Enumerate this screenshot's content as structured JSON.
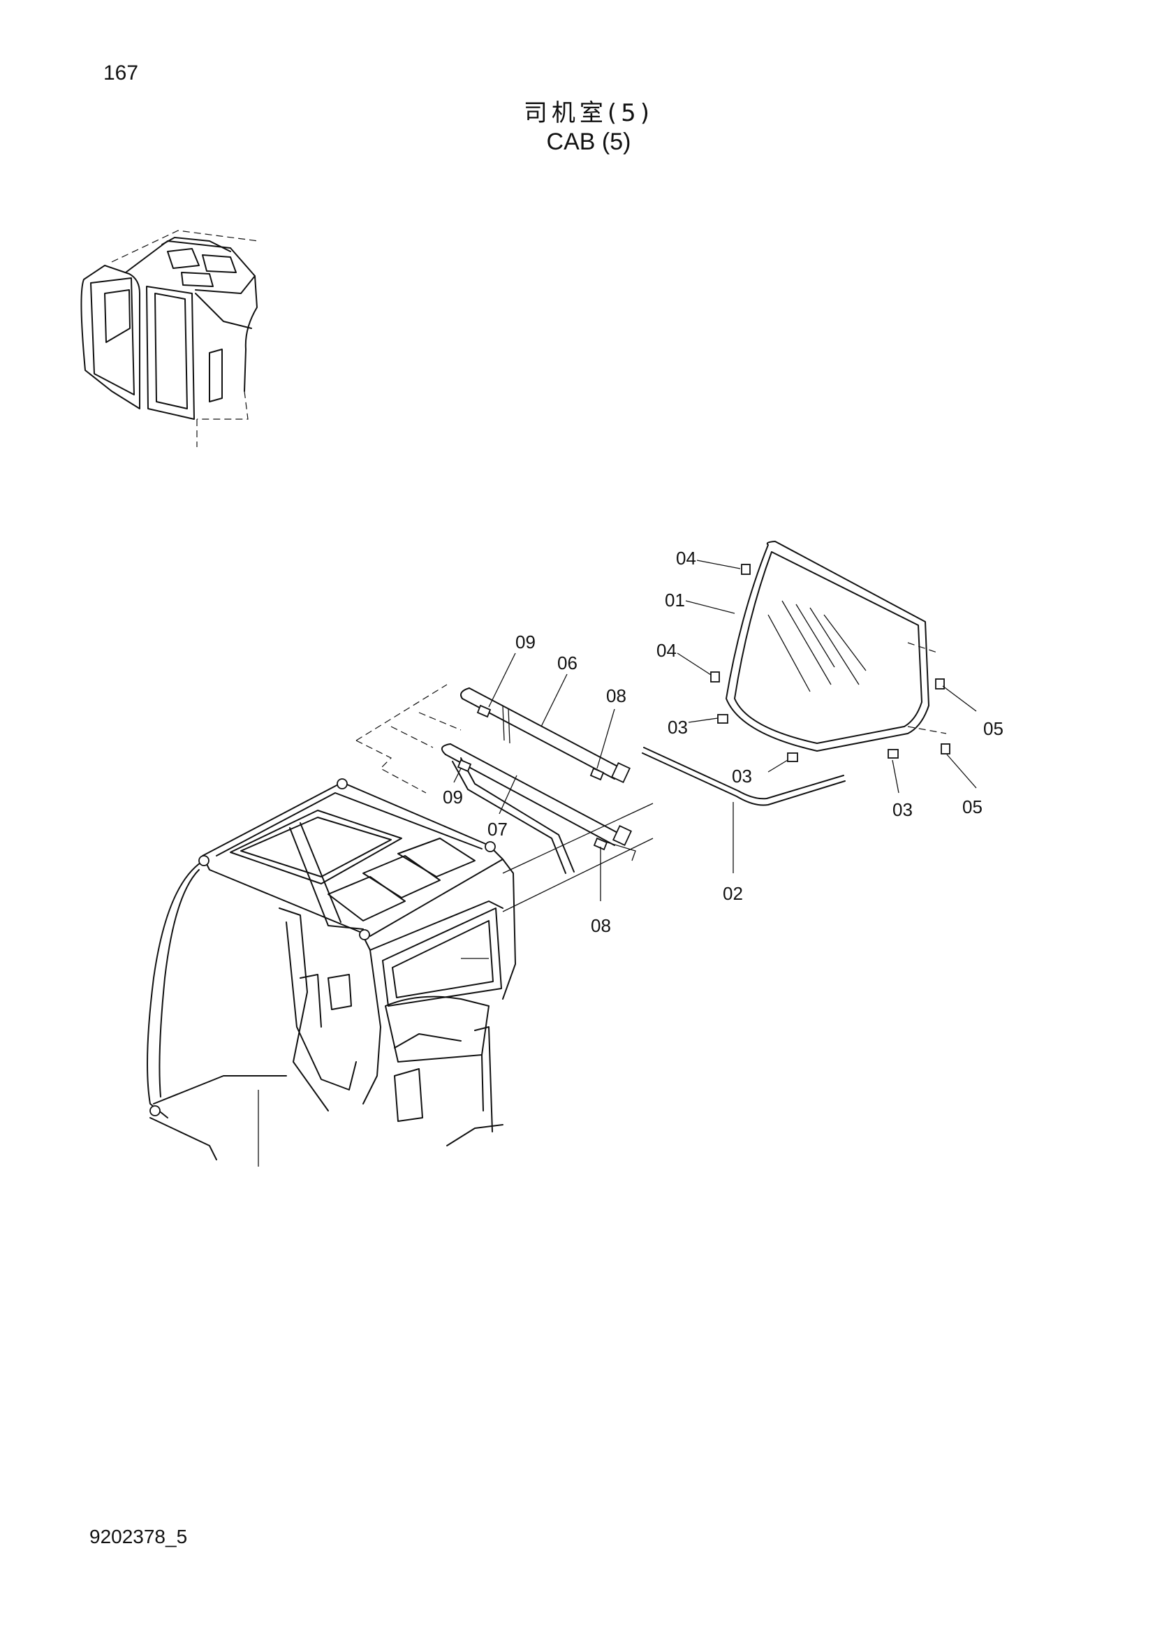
{
  "header": {
    "page_number": "167",
    "title_cn": "司机室(5)",
    "title_en": "CAB (5)"
  },
  "footer": {
    "doc_code": "9202378_5"
  },
  "callouts": [
    {
      "id": "c01",
      "label": "01"
    },
    {
      "id": "c02",
      "label": "02"
    },
    {
      "id": "c03a",
      "label": "03"
    },
    {
      "id": "c03b",
      "label": "03"
    },
    {
      "id": "c03c",
      "label": "03"
    },
    {
      "id": "c04a",
      "label": "04"
    },
    {
      "id": "c04b",
      "label": "04"
    },
    {
      "id": "c05a",
      "label": "05"
    },
    {
      "id": "c05b",
      "label": "05"
    },
    {
      "id": "c06",
      "label": "06"
    },
    {
      "id": "c07",
      "label": "07"
    },
    {
      "id": "c08a",
      "label": "08"
    },
    {
      "id": "c08b",
      "label": "08"
    },
    {
      "id": "c09a",
      "label": "09"
    },
    {
      "id": "c09b",
      "label": "09"
    }
  ]
}
